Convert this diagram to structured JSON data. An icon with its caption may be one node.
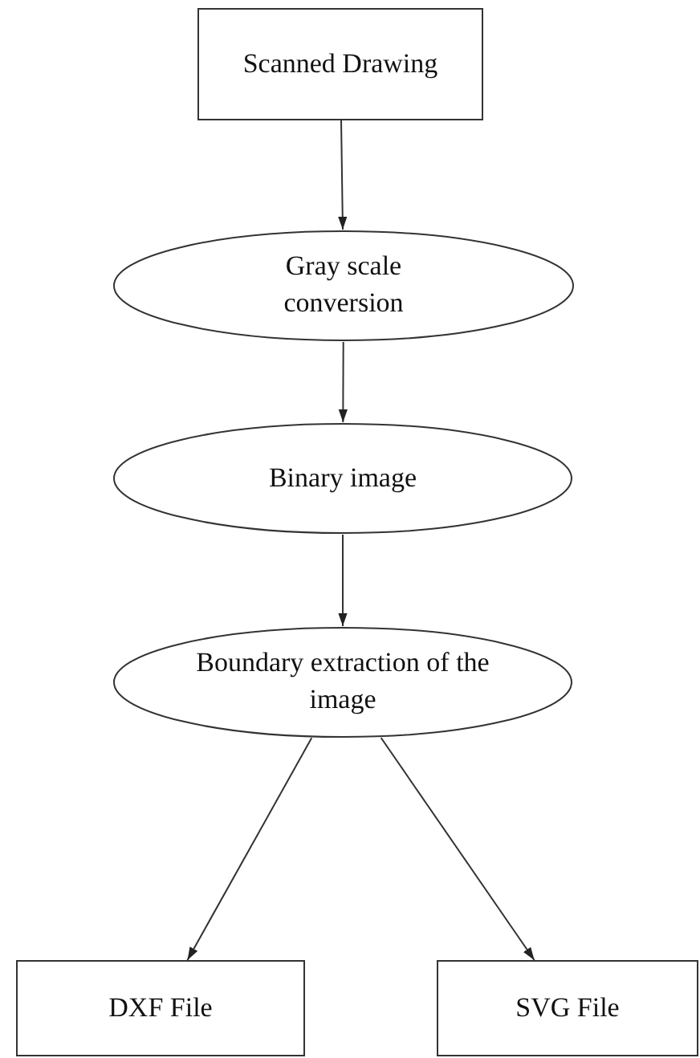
{
  "diagram": {
    "nodes": [
      {
        "text": [
          "Scanned Drawing"
        ]
      },
      {
        "text": [
          "Gray scale conversion"
        ]
      },
      {
        "text": [
          "Binary image"
        ]
      },
      {
        "text": [
          "Boundary extraction of the image"
        ]
      },
      {
        "text": [
          "DXF File"
        ]
      },
      {
        "text": [
          "SVG File"
        ]
      }
    ],
    "edges": [
      {
        "from": 0,
        "to": 1,
        "arrow": "to"
      },
      {
        "from": 1,
        "to": 2,
        "arrow": "to"
      },
      {
        "from": 2,
        "to": 3,
        "arrow": "to"
      },
      {
        "from": 3,
        "to": 4,
        "arrow": "to"
      },
      {
        "from": 3,
        "to": 5,
        "arrow": "to"
      }
    ]
  }
}
